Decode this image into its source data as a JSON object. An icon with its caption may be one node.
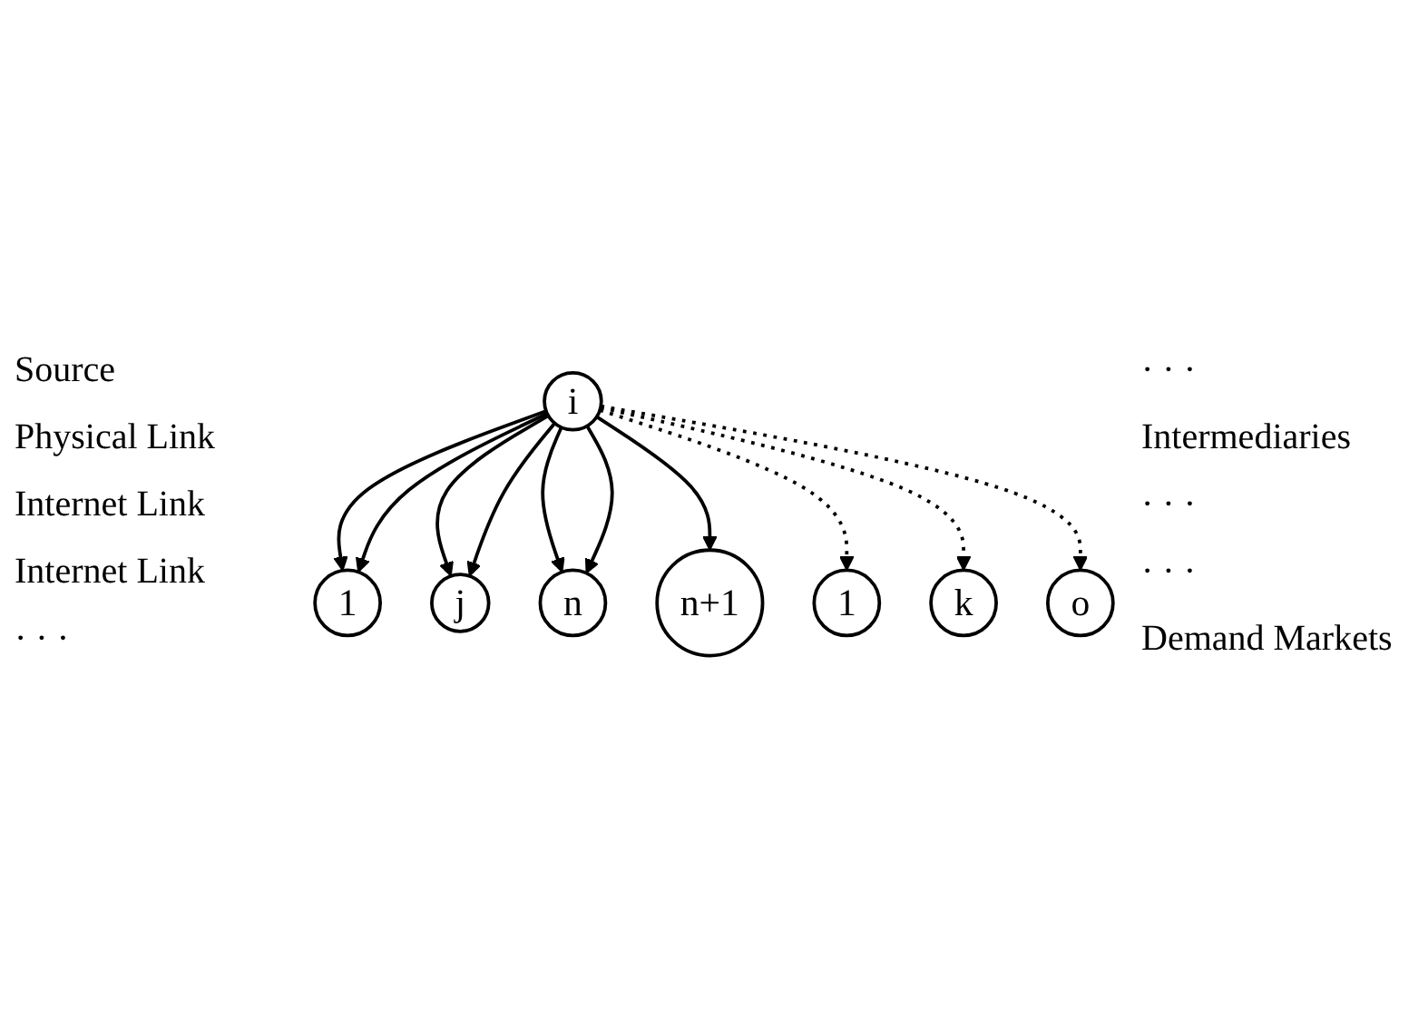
{
  "diagram": {
    "nodes": [
      {
        "text": [
          "i"
        ]
      },
      {
        "text": [
          "1"
        ]
      },
      {
        "text": [
          "j"
        ]
      },
      {
        "text": [
          "n"
        ]
      },
      {
        "text": [
          "n+1"
        ]
      },
      {
        "text": [
          "1"
        ]
      },
      {
        "text": [
          "k"
        ]
      },
      {
        "text": [
          "o"
        ]
      }
    ],
    "edges": [
      {
        "from": 0,
        "to": 1,
        "arrow": "to"
      },
      {
        "from": 0,
        "to": 1,
        "arrow": "to"
      },
      {
        "from": 0,
        "to": 2,
        "arrow": "to"
      },
      {
        "from": 0,
        "to": 2,
        "arrow": "to"
      },
      {
        "from": 0,
        "to": 3,
        "arrow": "to"
      },
      {
        "from": 0,
        "to": 3,
        "arrow": "to"
      },
      {
        "from": 0,
        "to": 4,
        "arrow": "to"
      },
      {
        "from": 0,
        "to": 5,
        "arrow": "to",
        "style": "dashed"
      },
      {
        "from": 0,
        "to": 6,
        "arrow": "to",
        "style": "dashed"
      },
      {
        "from": 0,
        "to": 7,
        "arrow": "to",
        "style": "dashed"
      }
    ],
    "labels": [
      "Source",
      "Physical Link",
      "Internet Link",
      "Internet Link",
      "· · ·",
      "· · ·",
      "Intermediaries",
      "· · ·",
      "· · ·",
      "Demand Markets"
    ]
  }
}
